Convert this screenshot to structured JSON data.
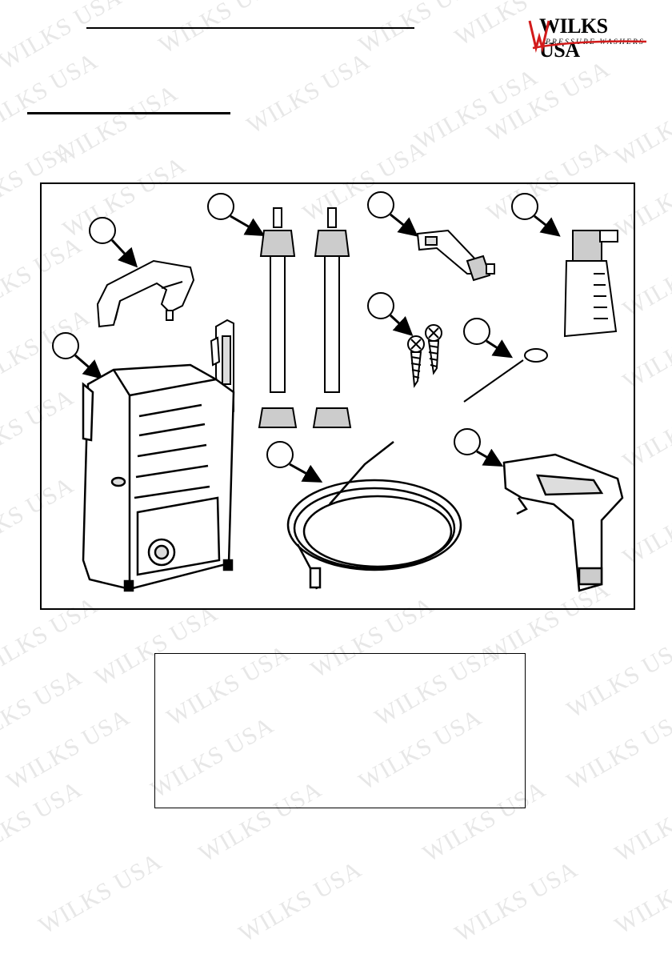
{
  "brand": {
    "name": "WILKS USA",
    "tagline": "PRESSURE WASHERS",
    "accent_color": "#d21b1b"
  },
  "watermark": {
    "text": "WILKS USA",
    "color": "#e7e7e7"
  },
  "parts": [
    {
      "id": "handle",
      "icon": "carry-handle-icon"
    },
    {
      "id": "main-body",
      "icon": "washer-body-icon"
    },
    {
      "id": "lances",
      "icon": "lance-pair-icon"
    },
    {
      "id": "nozzle",
      "icon": "nozzle-icon"
    },
    {
      "id": "screws",
      "icon": "screws-icon"
    },
    {
      "id": "cleaning-pin",
      "icon": "needle-icon"
    },
    {
      "id": "foam-bottle",
      "icon": "foam-bottle-icon"
    },
    {
      "id": "hose",
      "icon": "hose-icon"
    },
    {
      "id": "gun",
      "icon": "spray-gun-icon"
    }
  ]
}
